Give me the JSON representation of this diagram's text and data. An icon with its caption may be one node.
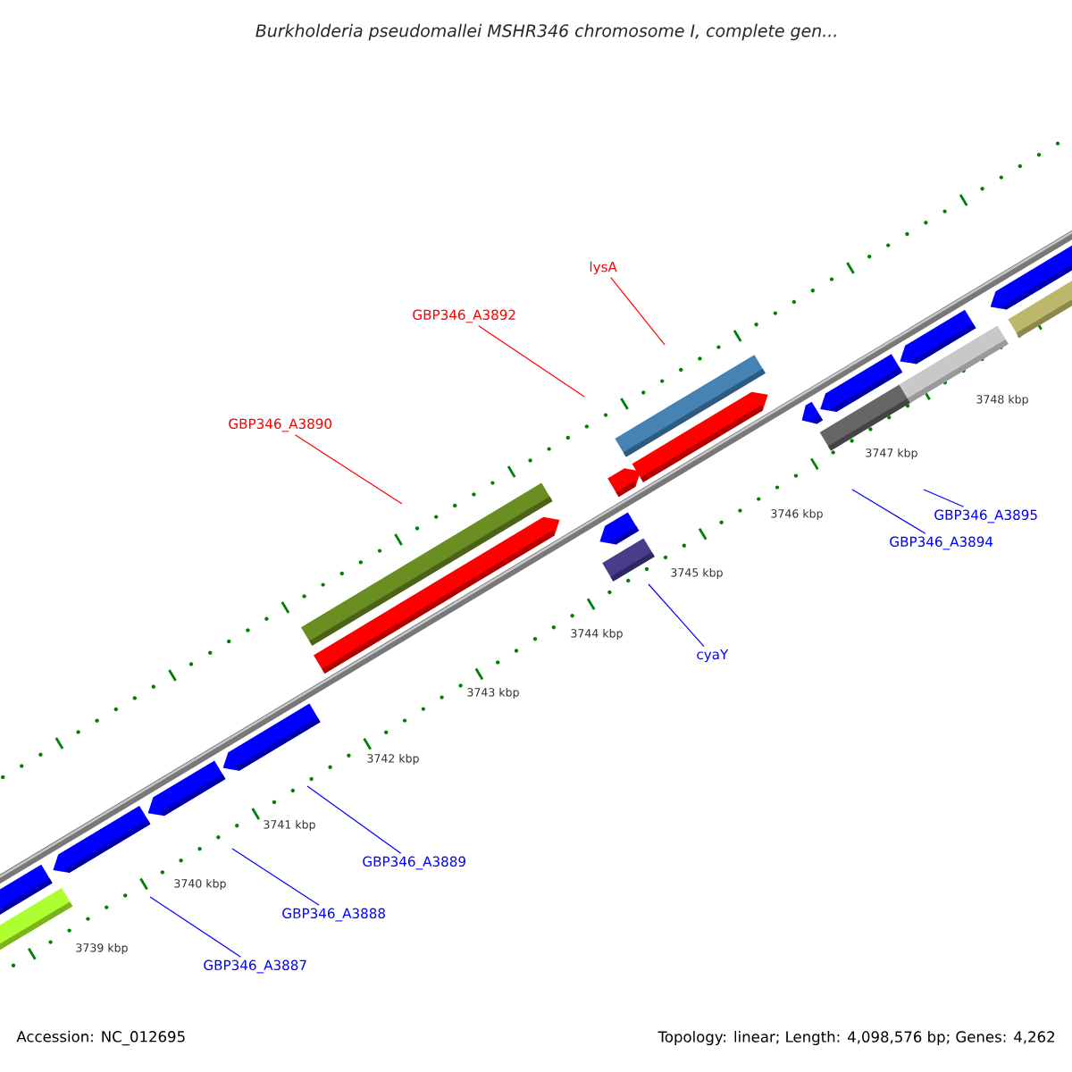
{
  "diagram": {
    "title": "Burkholderia pseudomallei MSHR346 chromosome I, complete gen...",
    "nodes": [
      {
        "text": [
          "lysA"
        ]
      },
      {
        "text": [
          "GBP346_A3892"
        ]
      },
      {
        "text": [
          "GBP346_A3890"
        ]
      },
      {
        "text": [
          "GBP346_A3895"
        ]
      },
      {
        "text": [
          "GBP346_A3894"
        ]
      },
      {
        "text": [
          "cyaY"
        ]
      },
      {
        "text": [
          "GBP346_A3889"
        ]
      },
      {
        "text": [
          "GBP346_A3888"
        ]
      },
      {
        "text": [
          "GBP346_A3887"
        ]
      }
    ],
    "edges": [
      {
        "from": 0,
        "to": null,
        "arrow": "none",
        "color": "#ff0000"
      },
      {
        "from": 1,
        "to": null,
        "arrow": "none",
        "color": "#ff0000"
      },
      {
        "from": 2,
        "to": null,
        "arrow": "none",
        "color": "#ff0000"
      },
      {
        "from": 3,
        "to": null,
        "arrow": "none"
      },
      {
        "from": 4,
        "to": null,
        "arrow": "none"
      },
      {
        "from": 5,
        "to": null,
        "arrow": "none"
      },
      {
        "from": 6,
        "to": null,
        "arrow": "none"
      },
      {
        "from": 7,
        "to": null,
        "arrow": "none"
      },
      {
        "from": 8,
        "to": null,
        "arrow": "none"
      }
    ],
    "labels": [
      "3748 kbp",
      "3747 kbp",
      "3746 kbp",
      "3745 kbp",
      "3744 kbp",
      "3743 kbp",
      "3742 kbp",
      "3741 kbp",
      "3740 kbp",
      "3739 kbp",
      "Accession: NC_012695",
      "Topology: linear; Length: 4,098,576 bp; Genes: 4,262"
    ]
  }
}
